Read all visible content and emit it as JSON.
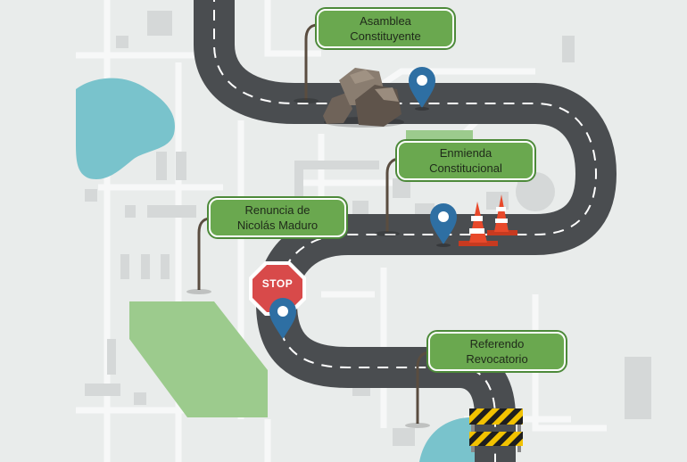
{
  "colors": {
    "background": "#e9eceb",
    "road": "#4a4d50",
    "lane": "#ffffff",
    "sign_fill": "#6aa84f",
    "sign_border": "#4d8a3a",
    "pin": "#2e6fa3",
    "stop": "#d84a4a",
    "water": "#79c3cc",
    "park": "#9ccb8d",
    "cone": "#e8492b",
    "barrier": "#f2c200"
  },
  "milestones": [
    {
      "line1": "Asamblea",
      "line2": "Constituyente"
    },
    {
      "line1": "Enmienda",
      "line2": "Constitucional"
    },
    {
      "line1": "Renuncia de",
      "line2": "Nicolás Maduro"
    },
    {
      "line1": "Referendo",
      "line2": "Revocatorio"
    }
  ],
  "stop_sign": {
    "text": "STOP"
  },
  "icons": [
    "location-pin-icon",
    "rock-icon",
    "traffic-cone-icon",
    "stop-sign-icon",
    "road-barrier-icon"
  ]
}
